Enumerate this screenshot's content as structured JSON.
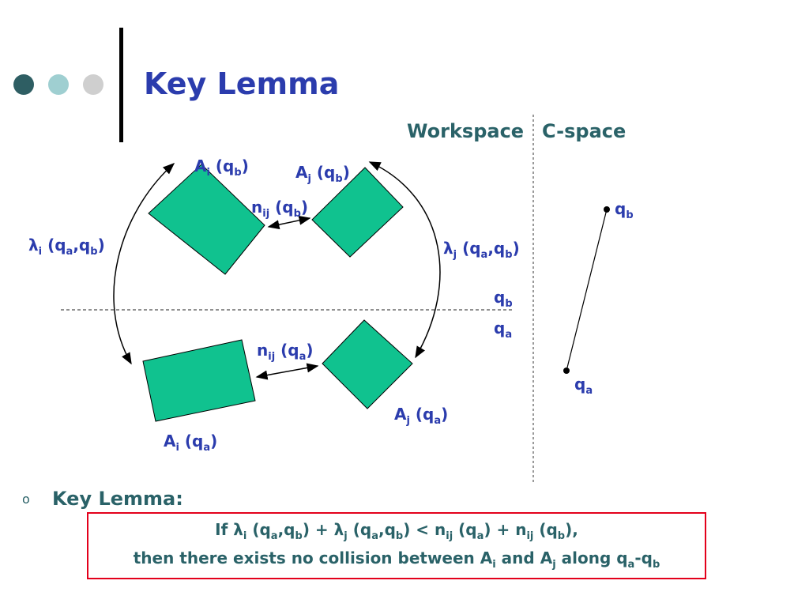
{
  "slide": {
    "title": "Key Lemma",
    "panels": {
      "workspace": "Workspace",
      "cspace": "C-space"
    }
  },
  "labels": {
    "ai_qb": {
      "base": "A",
      "sub": "i",
      "rest": " (q",
      "sub2": "b",
      "end": ")"
    },
    "aj_qb": {
      "base": "A",
      "sub": "j",
      "rest": " (q",
      "sub2": "b",
      "end": ")"
    },
    "nij_qb": {
      "base": "n",
      "sub": "ij",
      "rest": " (q",
      "sub2": "b",
      "end": ")"
    },
    "lam_i": {
      "base": "λ",
      "sub": "i",
      "rest": " (q",
      "sub2": "a",
      "mid": ",q",
      "sub3": "b",
      "end": ")"
    },
    "lam_j": {
      "base": "λ",
      "sub": "j",
      "rest": " (q",
      "sub2": "a",
      "mid": ",q",
      "sub3": "b",
      "end": ")"
    },
    "nij_qa": {
      "base": "n",
      "sub": "ij",
      "rest": " (q",
      "sub2": "a",
      "end": ")"
    },
    "aj_qa": {
      "base": "A",
      "sub": "j",
      "rest": " (q",
      "sub2": "a",
      "end": ")"
    },
    "ai_qa": {
      "base": "A",
      "sub": "i",
      "rest": " (q",
      "sub2": "a",
      "end": ")"
    },
    "ws_qb": {
      "base": "q",
      "sub": "b"
    },
    "ws_qa": {
      "base": "q",
      "sub": "a"
    },
    "cs_qb": {
      "base": "q",
      "sub": "b"
    },
    "cs_qa": {
      "base": "q",
      "sub": "a"
    }
  },
  "lemma": {
    "bullet": "o",
    "heading": "Key Lemma:",
    "line1": {
      "p1": "If ",
      "lam": "λ",
      "s_i": "i",
      "p2": " (q",
      "s_a1": "a",
      "p3": ",q",
      "s_b1": "b",
      "p4": ") + ",
      "lam2": "λ",
      "s_j": "j",
      "p5": " (q",
      "s_a2": "a",
      "p6": ",q",
      "s_b2": "b",
      "p7": ") < n",
      "s_ij1": "ij",
      "p8": " (q",
      "s_a3": "a",
      "p9": ") + n",
      "s_ij2": "ij",
      "p10": " (q",
      "s_b3": "b",
      "p11": "),"
    },
    "line2": {
      "p1": "then there exists no collision between A",
      "s_i": "i",
      "p2": " and A",
      "s_j": "j",
      "p3": " along q",
      "s_a": "a",
      "p4": "-q",
      "s_b": "b"
    }
  },
  "colors": {
    "shape_fill": "#10c28f",
    "title": "#2b3cad",
    "heading": "#2a6268",
    "box_border": "#e3001b"
  }
}
